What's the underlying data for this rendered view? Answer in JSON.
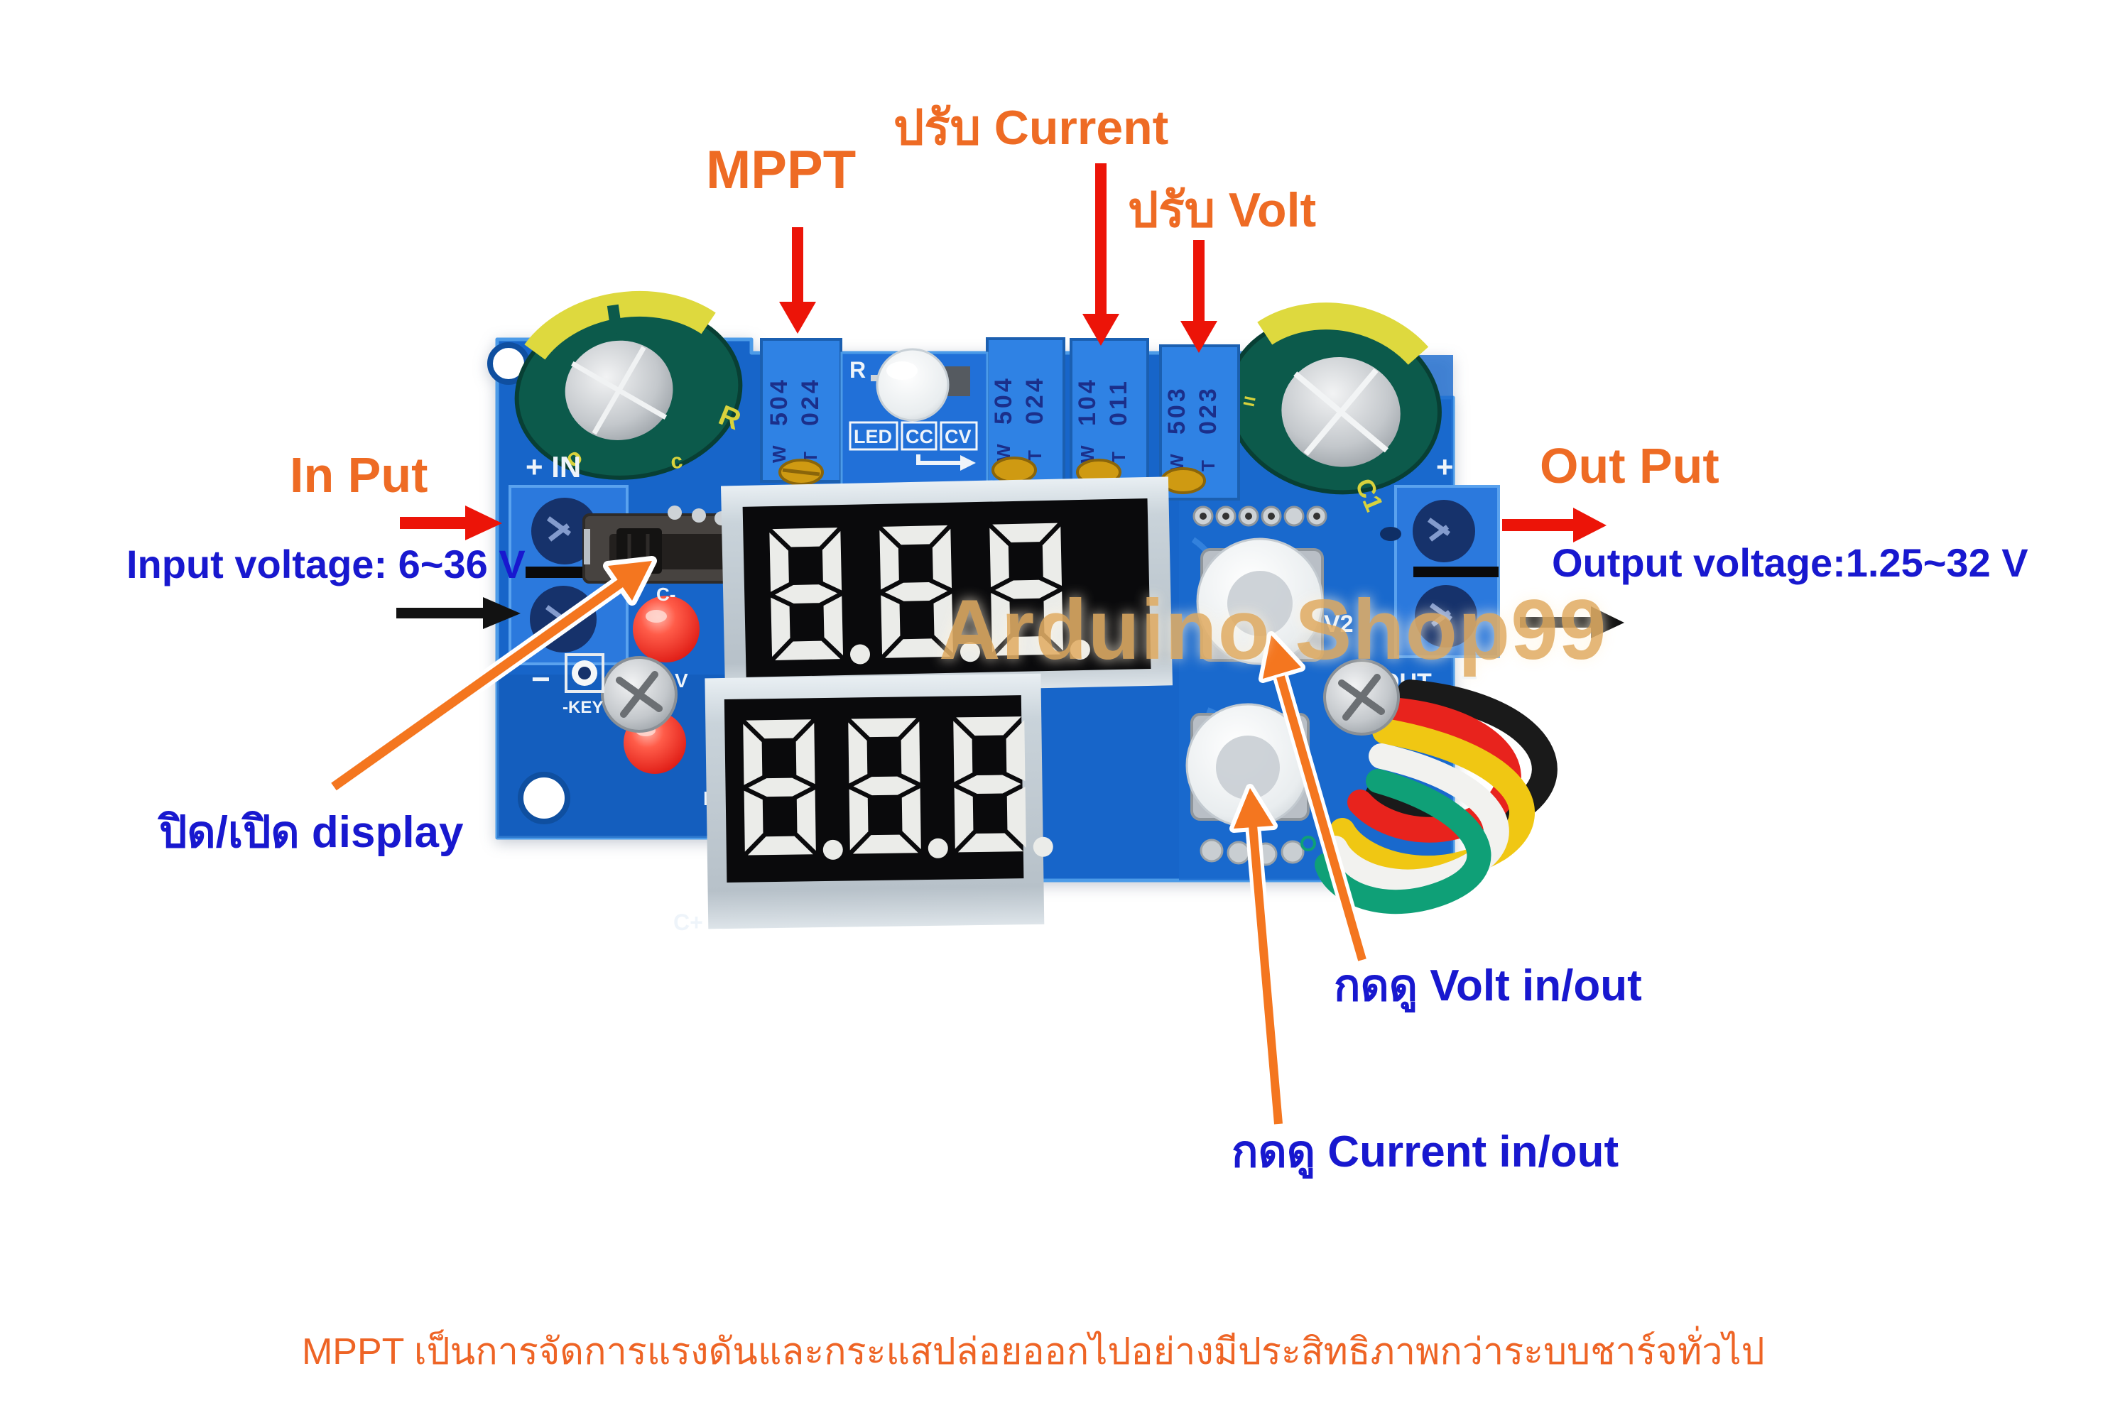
{
  "annotations": {
    "mppt_label": "MPPT",
    "adjust_current_label": "ปรับ Current",
    "adjust_volt_label": "ปรับ Volt",
    "input_title": "In Put",
    "input_voltage": "Input voltage: 6~36 V",
    "output_title": "Out Put",
    "output_voltage": "Output voltage:1.25~32 V",
    "display_toggle": "ปิด/เปิด display",
    "volt_button_label": "กดดู Volt in/out",
    "current_button_label": "กดดู Current in/out",
    "footer": "MPPT เป็นการจัดการแรงดันและกระแสปล่อยออกไปอย่างมีประสิทธิภาพกว่าระบบชาร์จทั่วไป"
  },
  "watermark": "Arduino Shop99",
  "board": {
    "silkscreen": {
      "in": "+ IN",
      "minus": "−",
      "key": "-KEY",
      "r": "R",
      "led": "LED",
      "cc": "CC",
      "cv": "CV",
      "c_minus": "C-",
      "v": "V",
      "p": "P",
      "c_plus": "C+",
      "v2": "V2",
      "out": "OUT",
      "out_minus": "−",
      "out_plus": "+"
    },
    "trimpots": [
      {
        "line1": "504",
        "line2": "024",
        "side1": "W",
        "side2": "T"
      },
      {
        "line1": "504",
        "line2": "024",
        "side1": "W",
        "side2": "T"
      },
      {
        "line1": "104",
        "line2": "011",
        "side1": "W",
        "side2": "T"
      },
      {
        "line1": "503",
        "line2": "023",
        "side1": "W",
        "side2": "T"
      }
    ],
    "displays": {
      "top": {
        "digits": "8.8.8."
      },
      "bottom": {
        "digits": "8.8.8."
      }
    },
    "wires": [
      {
        "name": "black",
        "color": "#1a1a1a"
      },
      {
        "name": "red",
        "color": "#e8231d"
      },
      {
        "name": "yellow",
        "color": "#f0c713"
      },
      {
        "name": "white",
        "color": "#f2f2ef"
      },
      {
        "name": "green",
        "color": "#0fa077"
      }
    ]
  },
  "colors": {
    "label_orange": "#ee6b24",
    "label_blue": "#1818cf",
    "arrow_red": "#ec1408",
    "arrow_black": "#121212",
    "arrow_orange": "#f4761f",
    "footer_orange": "#ee6425",
    "watermark_gold": "#e2ae66",
    "pcb_blue": "#1765c9",
    "terminal_blue": "#2b79dd",
    "pot_blue": "#2f82e4",
    "display_face": "#0a0a0c",
    "segment_lit": "#ebece9",
    "capacitor_green": "#0c5a4b",
    "capacitor_yellow": "#ded93e"
  }
}
